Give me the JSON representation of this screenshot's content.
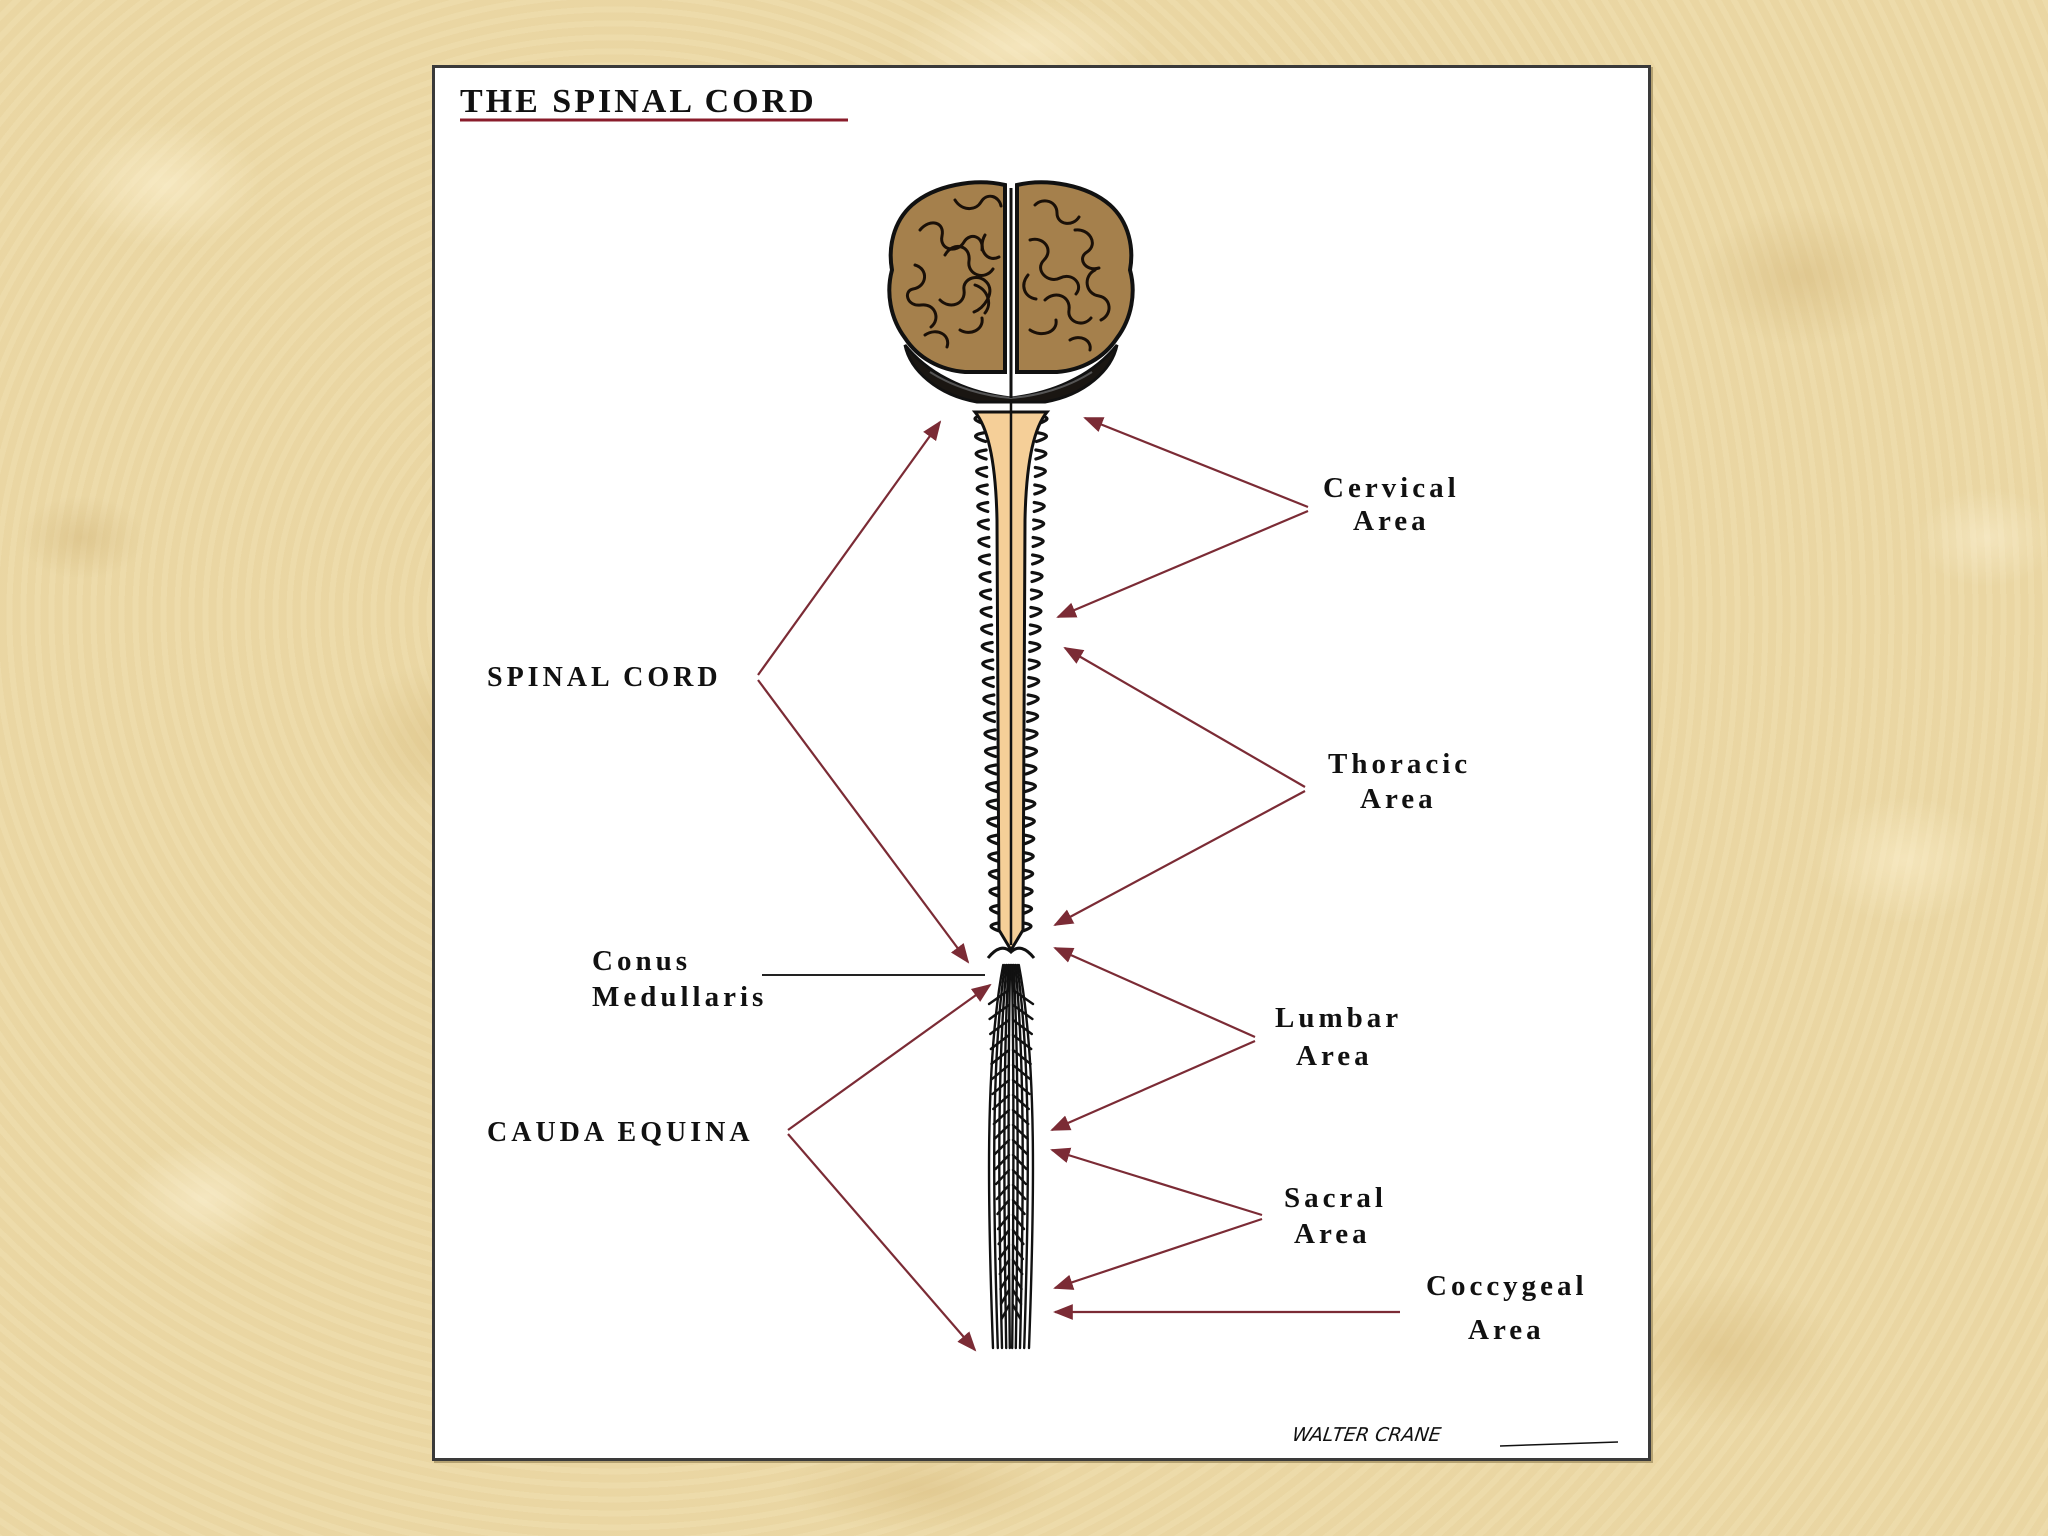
{
  "title": "THE SPINAL CORD",
  "labels": {
    "cervical_l1": "Cervical",
    "cervical_l2": "Area",
    "spinal_cord": "SPINAL CORD",
    "thoracic_l1": "Thoracic",
    "thoracic_l2": "Area",
    "conus_l1": "Conus",
    "conus_l2": "Medullaris",
    "lumbar_l1": "Lumbar",
    "lumbar_l2": "Area",
    "cauda_equina": "CAUDA EQUINA",
    "sacral_l1": "Sacral",
    "sacral_l2": "Area",
    "coccygeal_l1": "Coccygeal",
    "coccygeal_l2": "Area"
  },
  "signature": "WALTER CRANE",
  "colors": {
    "background": "#ecd9a6",
    "panel": "#ffffff",
    "brain": "#a5804c",
    "cord": "#f5cf98",
    "arrow": "#7b2b35",
    "title_underline": "#8a1c2b"
  }
}
